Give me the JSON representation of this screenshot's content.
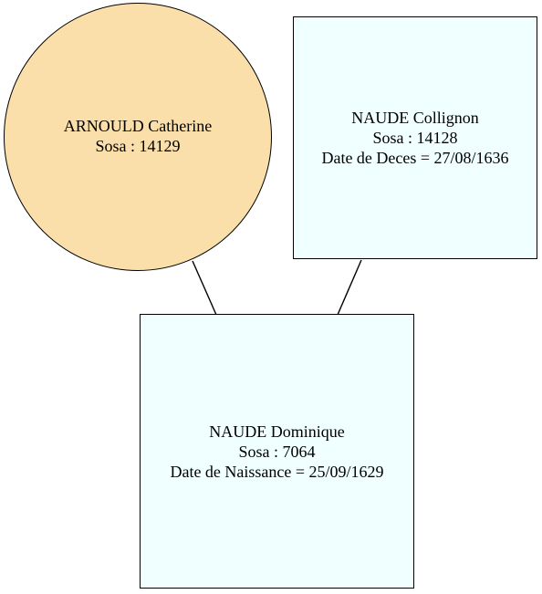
{
  "nodes": {
    "catherine": {
      "name": "ARNOULD Catherine",
      "sosa": "Sosa : 14129",
      "fill": "#fadfaa",
      "shape": "circle"
    },
    "collignon": {
      "name": "NAUDE Collignon",
      "sosa": "Sosa : 14128",
      "event": "Date de Deces = 27/08/1636",
      "fill": "#f0ffff",
      "shape": "box"
    },
    "dominique": {
      "name": "NAUDE Dominique",
      "sosa": "Sosa : 7064",
      "event": "Date de Naissance = 25/09/1629",
      "fill": "#f0ffff",
      "shape": "box"
    }
  },
  "edges": [
    {
      "from": "catherine",
      "to": "dominique"
    },
    {
      "from": "collignon",
      "to": "dominique"
    }
  ]
}
